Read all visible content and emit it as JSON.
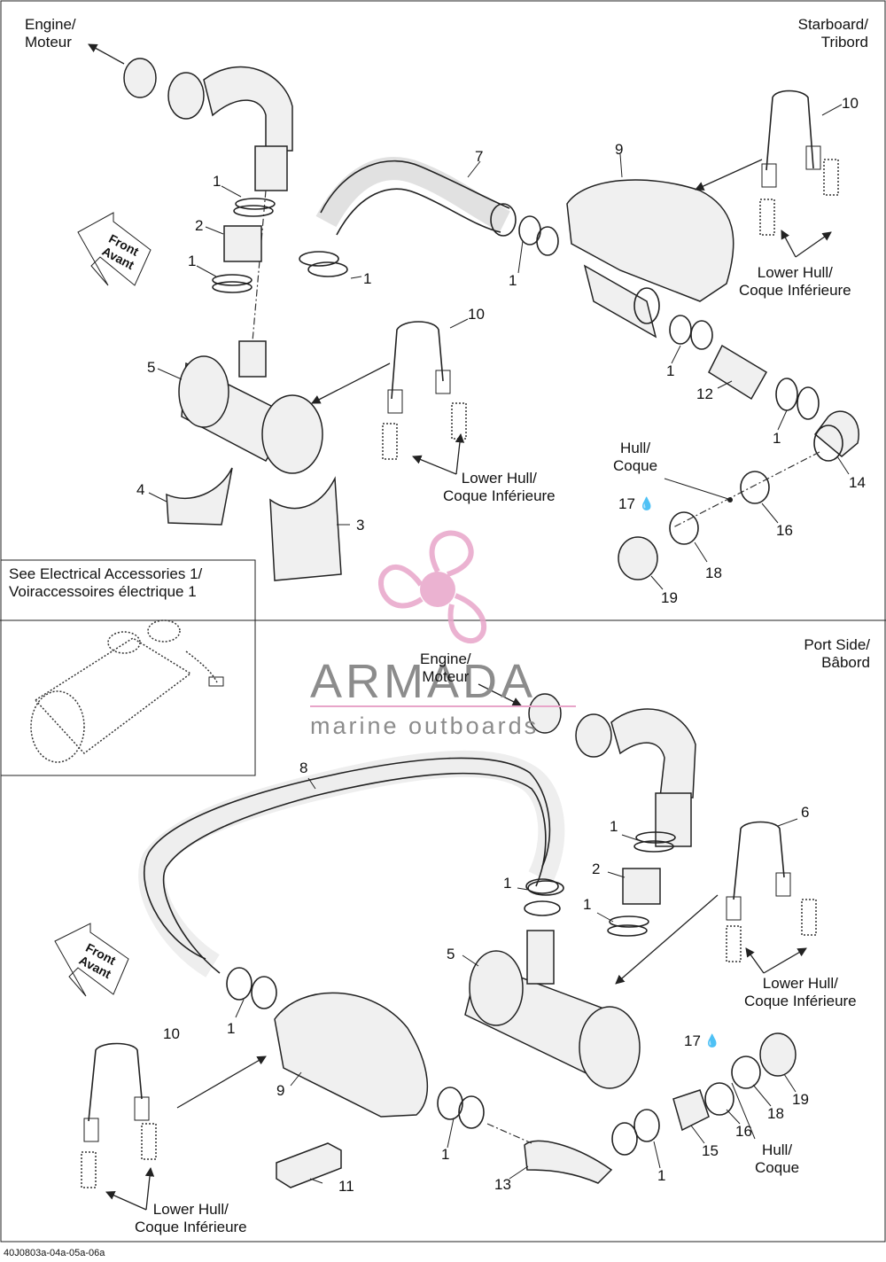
{
  "top_view": {
    "engine_label": "Engine/\nMoteur",
    "side_label": "Starboard/\nTribord",
    "front_label": "Front\nAvant",
    "hull_label": "Hull/\nCoque",
    "lower_hull_a": "Lower Hull/\nCoque Inférieure",
    "lower_hull_b": "Lower Hull/\nCoque Inférieure",
    "callouts": [
      "1",
      "1",
      "1",
      "1",
      "1",
      "1",
      "2",
      "3",
      "4",
      "5",
      "7",
      "9",
      "10",
      "10",
      "12",
      "14",
      "16",
      "17",
      "18",
      "19"
    ]
  },
  "inset": {
    "label": "See Electrical Accessories 1/\nVoiraccessoires électrique 1"
  },
  "bottom_view": {
    "engine_label": "Engine/\nMoteur",
    "side_label": "Port Side/\nBâbord",
    "front_label": "Front\nAvant",
    "hull_label": "Hull/\nCoque",
    "lower_hull_a": "Lower Hull/\nCoque Inférieure",
    "lower_hull_b": "Lower Hull/\nCoque Inférieure",
    "callouts": [
      "1",
      "1",
      "1",
      "1",
      "1",
      "1",
      "2",
      "5",
      "6",
      "8",
      "9",
      "10",
      "11",
      "13",
      "15",
      "16",
      "17",
      "18",
      "19"
    ]
  },
  "watermark": {
    "brand": "ARMADA",
    "tagline": "marine outboards",
    "brand_color": "#e8a5c9"
  },
  "reference_code": "40J0803a-04a-05a-06a"
}
